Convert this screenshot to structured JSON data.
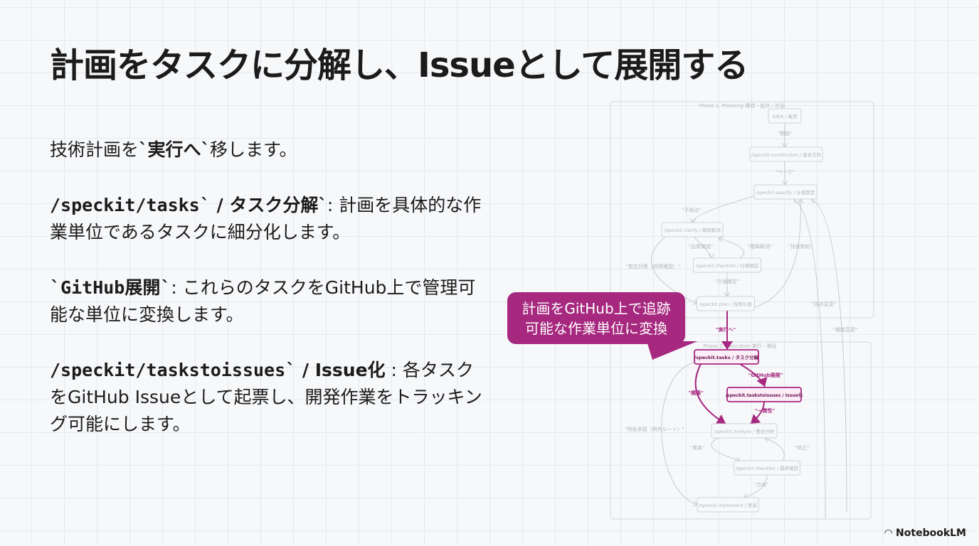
{
  "title": "計画をタスクに分解し、Issueとして展開する",
  "intro": {
    "a": "技術計画を",
    "b": "`実行へ`",
    "c": "移します。"
  },
  "items": [
    {
      "cmd": "/speckit/tasks`",
      "sep": " / ",
      "name": "タスク分解`",
      "desc": ": 計画を具体的な作業単位であるタスクに細分化します。"
    },
    {
      "cmd": "`GitHub展開`",
      "sep": "",
      "name": "",
      "desc": ": これらのタスクをGitHub上で管理可能な単位に変換します。"
    },
    {
      "cmd": "/speckit/taskstoissues`",
      "sep": " / ",
      "name": "Issue化",
      "desc": " : 各タスクをGitHub Issueとして起票し、開発作業をトラッキング可能にします。"
    }
  ],
  "callout": {
    "line1": "計画をGitHub上で追跡",
    "line2": "可能な作業単位に変換"
  },
  "diagram": {
    "phase1": "Phase 1. Planning 構想・設計・計画",
    "phase2": "Phase 2. Execution 実行・検証",
    "nodes": [
      "IDEA / 着想",
      "/speckit.constitution / 基本方針",
      "/speckit.specify / 仕様策定",
      "/speckit.clarify / 曖昧解消",
      "/speckit.checklist / 仕様確認",
      "/speckit.plan / 技術計画",
      "/speckit.tasks / タスク分解",
      "/speckit.taskstoissues / Issue化",
      "/speckit.analyze / 整合分析",
      "/speckit.checklist / 最終確認",
      "/speckit.implement / 実装"
    ],
    "edges": [
      "\"開始\"",
      "\"ベース\"",
      "\"不明点\"",
      "\"品質確認\"",
      "\"曖昧解消\"",
      "\"暫定対策（即時確認）\"",
      "\"技術制約\"",
      "\"計画確定\"",
      "\"視点変更\"",
      "\"実行へ\"",
      "\"機能変更\"",
      "\"GitHub展開\"",
      "\"構築\"",
      "\"一貫性\"",
      "\"特急承認（例外ルート）\"",
      "\"実装\"",
      "\"修正\"",
      "\"合格\""
    ]
  },
  "accent": "#a6287f",
  "brand": "NotebookLM"
}
